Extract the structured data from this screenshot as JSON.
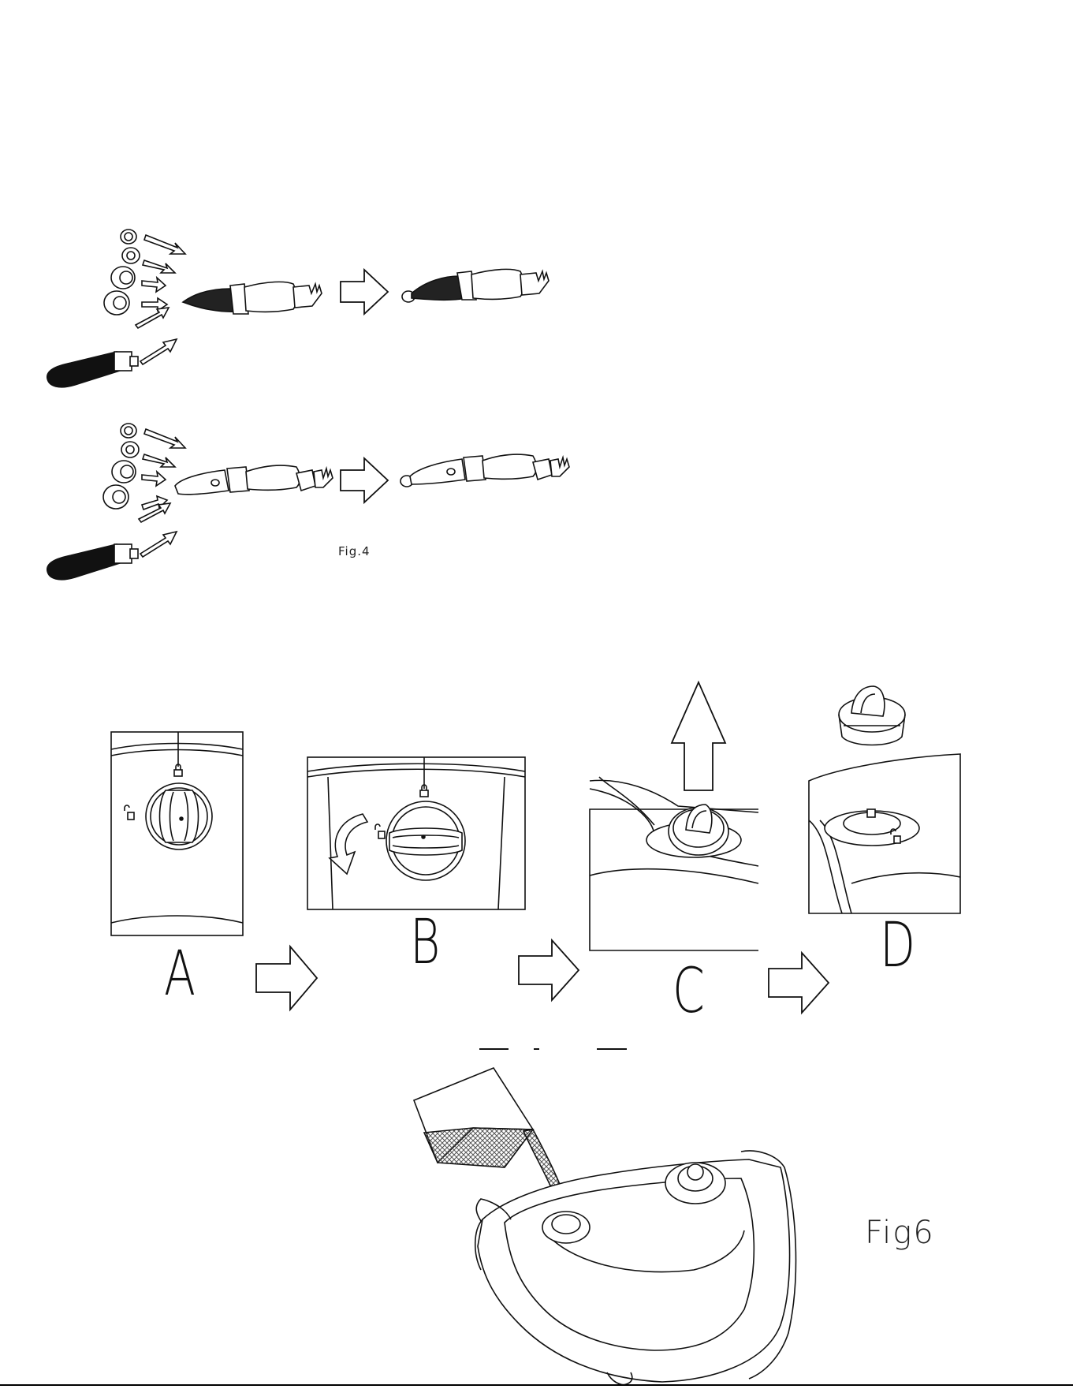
{
  "fig4": {
    "caption": "Fig.4"
  },
  "fig5": {
    "steps": [
      "A",
      "B",
      "C",
      "D"
    ]
  },
  "fig6": {
    "caption": "Fig6"
  },
  "colors": {
    "line": "#111111",
    "fill": "#ffffff",
    "mesh": "#555555"
  }
}
